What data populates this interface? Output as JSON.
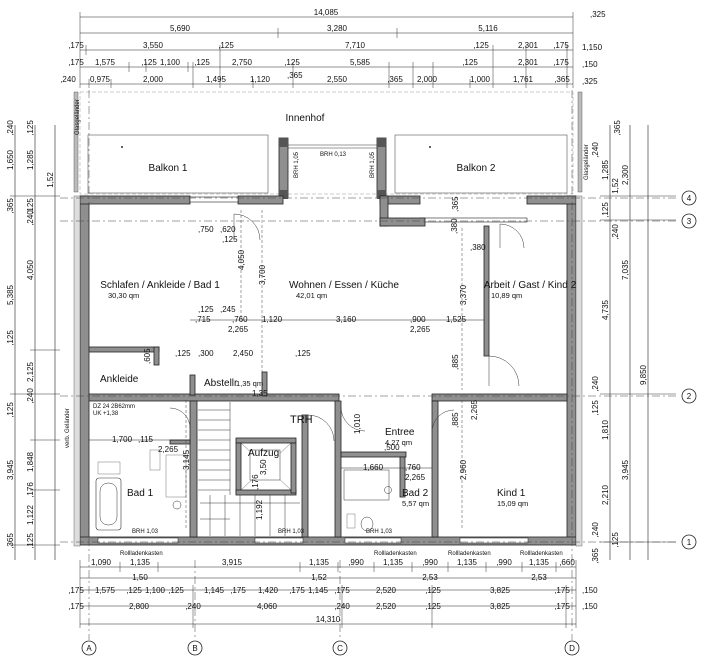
{
  "rooms": {
    "innenhof": "Innenhof",
    "balkon1": "Balkon 1",
    "balkon2": "Balkon 2",
    "schlafen": "Schlafen / Ankleide / Bad 1",
    "schlafen_area": "30,30 qm",
    "wohnen": "Wohnen / Essen / Küche",
    "wohnen_area": "42,01 qm",
    "arbeit": "Arbeit / Gast / Kind 2",
    "arbeit_area": "10,89 qm",
    "ankleide": "Ankleide",
    "abstell": "Abstellr.",
    "abstell_area": "1,35 qm",
    "trh": "TRH",
    "aufzug": "Aufzug",
    "entree": "Entree",
    "entree_area": "4,27 qm",
    "bad1": "Bad 1",
    "bad2": "Bad 2",
    "bad2_area": "5,57 qm",
    "kind1": "Kind 1",
    "kind1_area": "15,09 qm"
  },
  "notes": {
    "brh_top1": "BRH 0,13",
    "brh_top2": "BRH 1,05",
    "brh_top3": "BRH 1,05",
    "brh_bot1": "BRH 1,03",
    "brh_bot2": "BRH 1,03",
    "brh_bot3": "BRH 1,03",
    "rollladen1": "Rollladenkasten",
    "rollladen2": "Rollladenkasten",
    "rollladen3": "Rollladenkasten",
    "rollladen4": "Rollladenkasten",
    "ankleide_note1": "DZ 24 2B62mm",
    "ankleide_note2": "UK +1,38",
    "left_vert": "verb. Geländer",
    "right_vert": "Glasgeländer",
    "left_top_vert": "Glasgeländer"
  },
  "axes": {
    "right": [
      "4",
      "3",
      "2",
      "1"
    ],
    "bottom": [
      "A",
      "B",
      "C",
      "D"
    ]
  },
  "dims_top": {
    "total": "14,085",
    "r2": [
      "5,690",
      "3,280",
      "5,116"
    ],
    "r3": [
      ",175",
      "3,550",
      ",125",
      "7,710",
      ",125",
      "2,301",
      ",175"
    ],
    "r4": [
      ",175",
      "1,575",
      ",125",
      "1,100",
      ",125",
      "2,750",
      ",125",
      "5,585",
      ",125",
      "2,301",
      ",175"
    ],
    "r5": [
      ",240",
      "0,975",
      "2,000",
      "1,495",
      "1,120",
      "2,550",
      ",365",
      "2,000",
      "1,000",
      "1,761",
      ",365"
    ],
    "r_top": ",325",
    "r_side": [
      "1,150",
      ",150",
      ",325"
    ],
    "r_extra": ",365"
  },
  "dims_bottom": {
    "r1": [
      "1,090",
      "1,135",
      "3,915",
      "1,135",
      ",990",
      "1,135",
      ",990",
      "1,135",
      ",990",
      "1,135",
      ",660"
    ],
    "r2": [
      "1,50",
      "1,52",
      "2,53",
      "2,53"
    ],
    "r3": [
      ",175",
      "1,575",
      ",125",
      "1,100",
      ",125",
      "1,145",
      ",175",
      "1,420",
      ",175",
      "1,145",
      ",175",
      "2,520",
      ",125",
      "3,825",
      ",175"
    ],
    "r4": [
      ",175",
      "2,800",
      ",240",
      "4,060",
      ",240",
      "2,520",
      ",125",
      "3,825",
      ",175"
    ],
    "total": "14,310",
    "side": [
      ",150",
      ",150"
    ]
  },
  "dims_left": {
    "outer": [
      "1,650",
      "5,385",
      "3,945"
    ],
    "mid": [
      "1,285",
      "4,050",
      "2,125",
      "1,848",
      "1,122"
    ],
    "inner": [
      ",240",
      ",125",
      ",125",
      ",365",
      ",125",
      ",240",
      ",125",
      ",240",
      ",176",
      ",365",
      ",125"
    ],
    "near": [
      "1,52"
    ]
  },
  "dims_right": {
    "outer": [
      "9,850"
    ],
    "mid": [
      "2,300",
      "7,035",
      "3,945"
    ],
    "inner": [
      "1,285",
      "4,735",
      "1,810",
      "2,210"
    ],
    "small": [
      ",365",
      ",240",
      "1,52",
      ",125",
      ",240",
      ",240",
      ",125",
      ",240",
      ",125",
      ",365"
    ]
  },
  "dims_inner": {
    "a": "3,700",
    "b": "4,050",
    "c": "3,370",
    "d": "3,145",
    "e": "2,960",
    "f": ",750",
    "g": ",620",
    "h": ",125",
    "i": ",125",
    "j": ",245",
    "k": ",715",
    "l": ",760",
    "m": "1,120",
    "n": "3,160",
    "o": ",900",
    "p": "1,525",
    "q": "2,265",
    "r": "2,265",
    "s": "2,450",
    "t": ",300",
    "u": ",125",
    "v": "1,700",
    "w": ",115",
    "x": "2,265",
    "y": "1,010",
    "z": "1,660",
    "aa": ",760",
    "bb": "2,265",
    "cc": ",500",
    "dd": "1,35",
    "ee": ",380",
    "ff": ",380",
    "gg": ",365",
    "hh": ",885",
    "ii": ",885",
    "jj": "2,265",
    "kk": ",125",
    "ll": ",605",
    "mm": "3,50",
    "nn": ",176",
    "oo": "1,192"
  }
}
